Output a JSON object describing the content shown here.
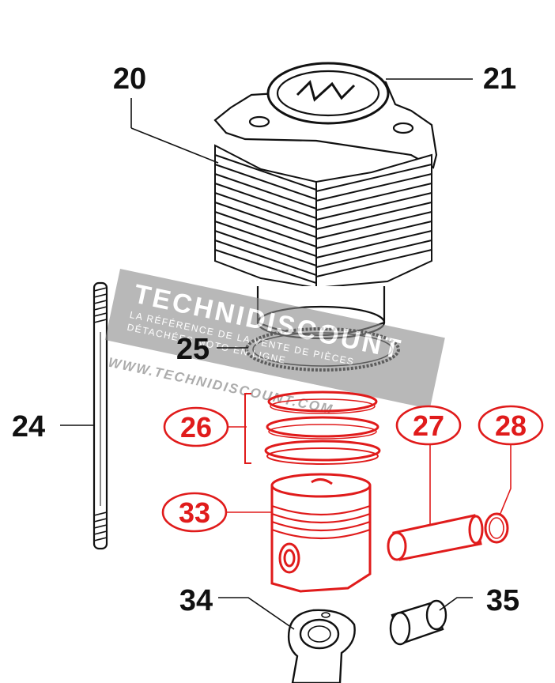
{
  "labels": {
    "p20": "20",
    "p21": "21",
    "p24": "24",
    "p25": "25",
    "p26": "26",
    "p27": "27",
    "p28": "28",
    "p33": "33",
    "p34": "34",
    "p35": "35"
  },
  "highlighted_parts": [
    "26",
    "27",
    "28",
    "33"
  ],
  "watermark": {
    "brand": "TECHNIDISCOUNT",
    "tagline_1": "LA RÉFÉRENCE DE LA VENTE DE PIÈCES",
    "tagline_2": "DÉTACHÉES MOTO EN LIGNE",
    "url": "WWW.TECHNIDISCOUNT.COM"
  },
  "colors": {
    "highlight": "#e01b1b",
    "ink": "#111111",
    "watermark_band": "#8c8c8c"
  }
}
